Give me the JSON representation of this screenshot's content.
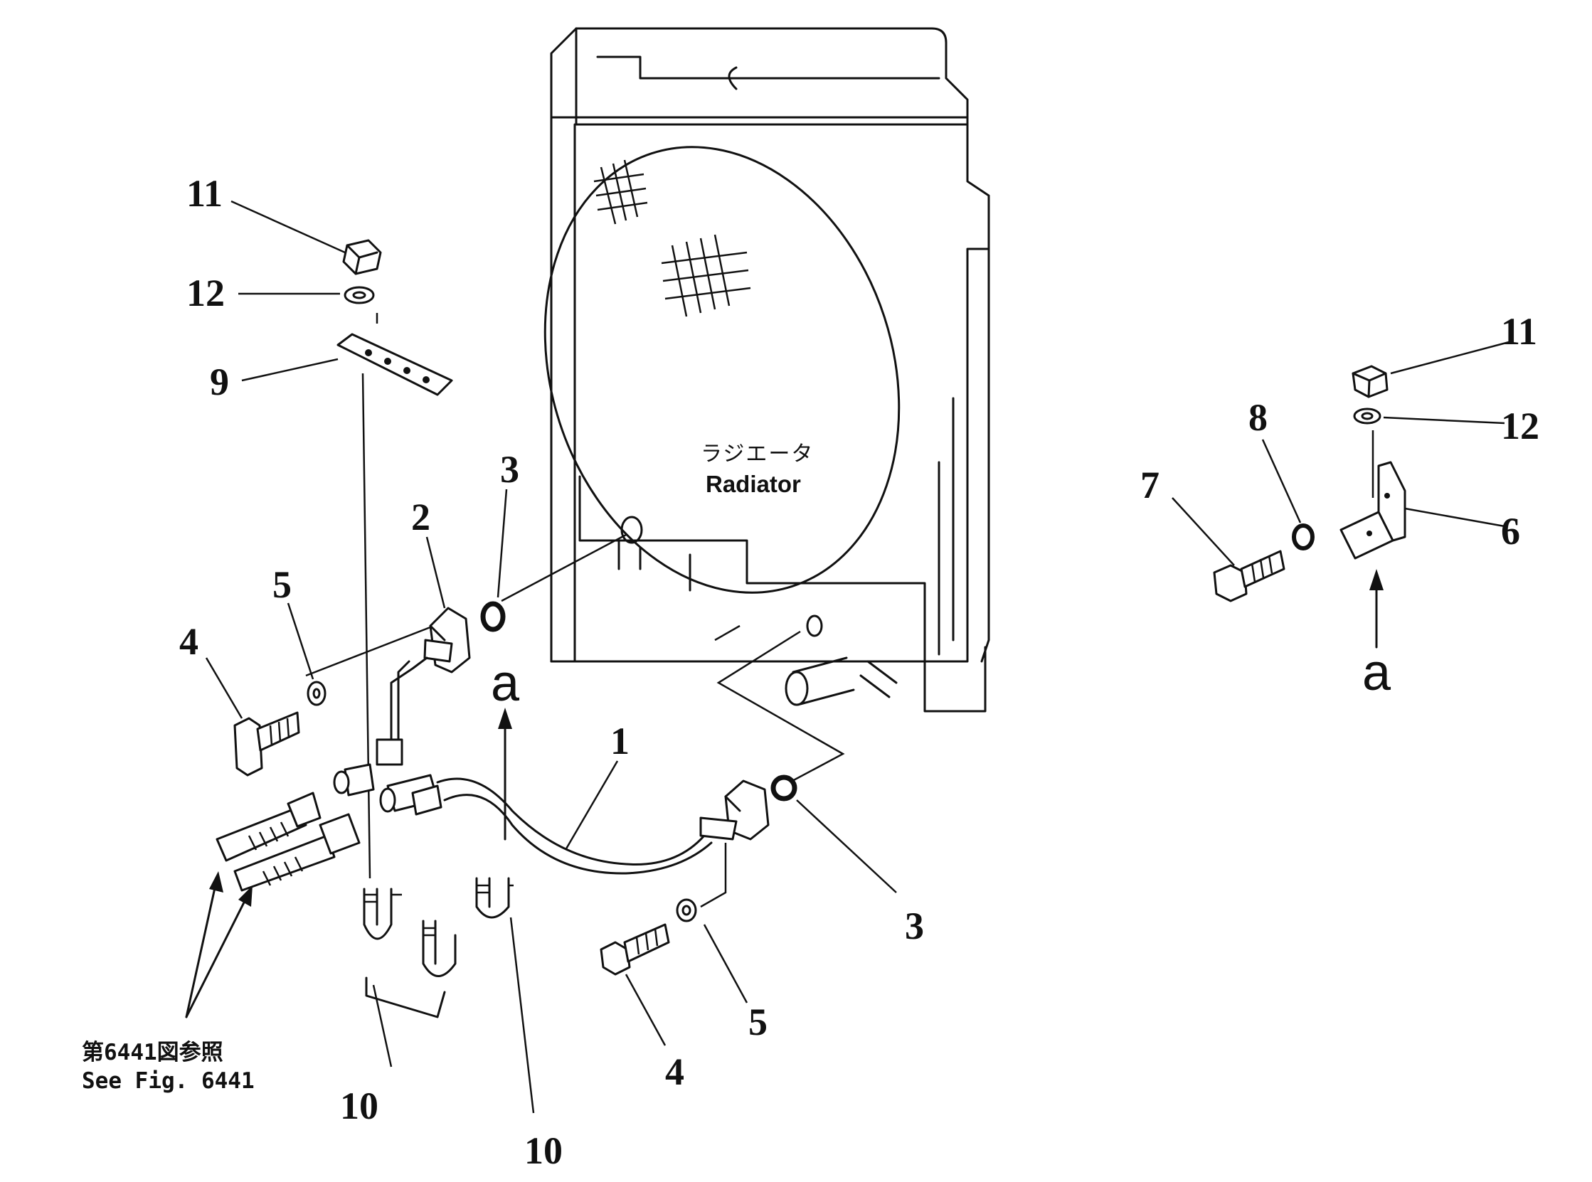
{
  "radiator_label": {
    "jp": "ラジエータ",
    "en": "Radiator"
  },
  "reference": {
    "jp": "第6441図参照",
    "en": "See Fig. 6441"
  },
  "view_arrow_letter": "a",
  "callouts": {
    "p11_left": "11",
    "p12_left": "12",
    "p9": "9",
    "p2": "2",
    "p3_top": "3",
    "p5_left": "5",
    "p4_left": "4",
    "p1": "1",
    "p3_right": "3",
    "p5_bottom": "5",
    "p4_bottom": "4",
    "p10_left": "10",
    "p10_right": "10",
    "p11_right": "11",
    "p12_right": "12",
    "p8": "8",
    "p7": "7",
    "p6": "6"
  }
}
